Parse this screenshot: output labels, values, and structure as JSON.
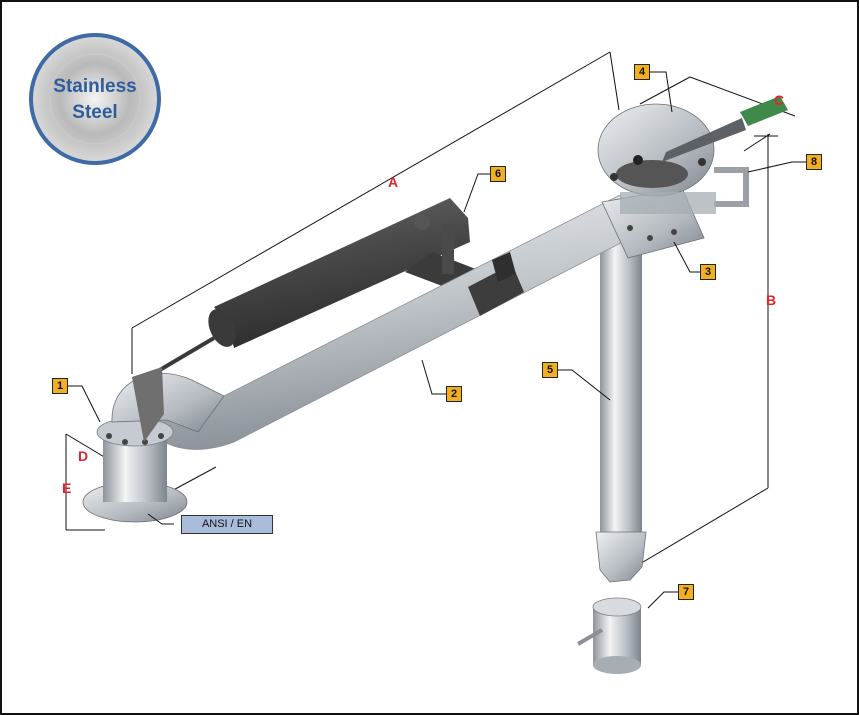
{
  "badge": {
    "line1": "Stainless",
    "line2": "Steel"
  },
  "callouts": [
    "1",
    "2",
    "3",
    "4",
    "5",
    "6",
    "7",
    "8"
  ],
  "dimensions": {
    "a": "A",
    "b": "B",
    "c": "C",
    "d": "D",
    "e": "E"
  },
  "flange_standard": "ANSI / EN",
  "colors": {
    "callout_fill": "#f2b01e",
    "dimension_text": "#e0252b",
    "badge_text": "#2f5d9c",
    "standard_label_fill": "#a9bcdb",
    "handle": "#3f8a4a"
  }
}
